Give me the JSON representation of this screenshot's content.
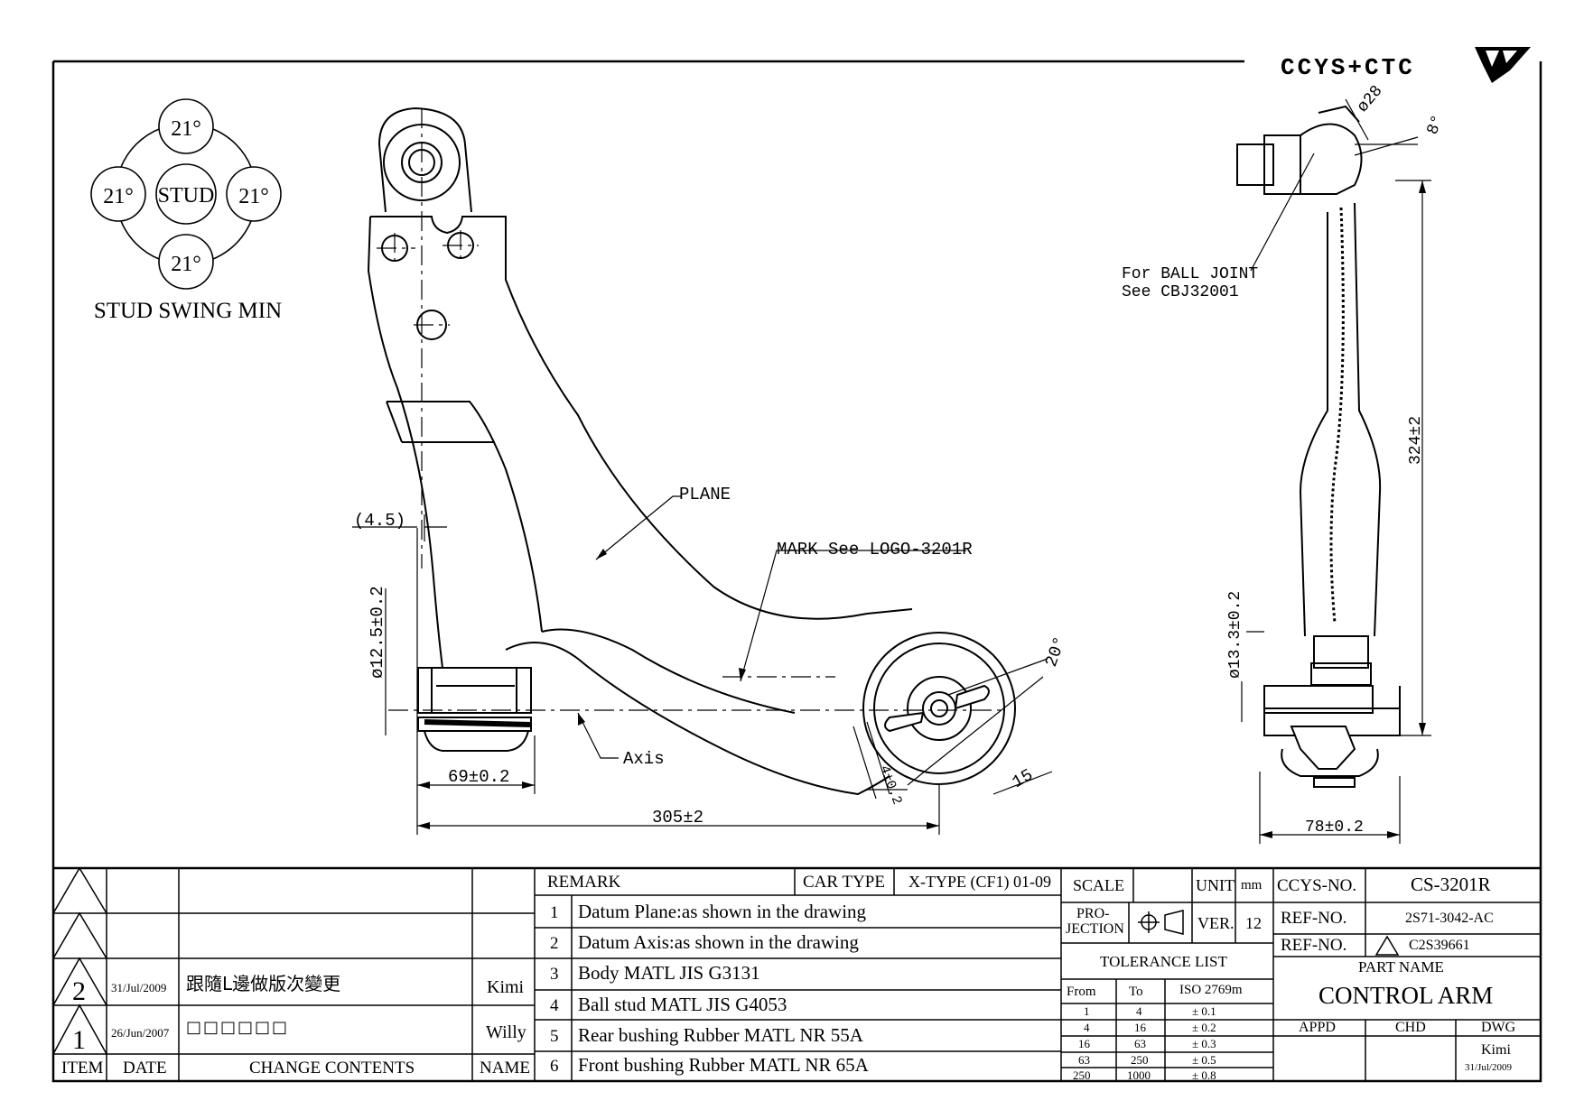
{
  "logo": {
    "text": "CCYS+CTC"
  },
  "stud_swing": {
    "center": "STUD",
    "angles": [
      "21°",
      "21°",
      "21°",
      "21°"
    ],
    "caption": "STUD SWING MIN"
  },
  "annotations": {
    "plane": "PLANE",
    "mark": "MARK See LOGO-3201R",
    "axis": "Axis",
    "ball_joint_line1": "For BALL JOINT",
    "ball_joint_line2": "See CBJ32001"
  },
  "dimensions": {
    "d45": "(4.5)",
    "d125": "ø12.5±0.2",
    "d69": "69±0.2",
    "d305": "305±2",
    "d20deg": "20°",
    "d15": "15",
    "d4": "4±0.2",
    "d28": "ø28",
    "d8deg": "8°",
    "d324": "324±2",
    "d133": "ø13.3±0.2",
    "d78": "78±0.2"
  },
  "revisions": {
    "rows": [
      {
        "item": "2",
        "date": "31/Jul/2009",
        "content": "跟隨L邊做版次變更",
        "name": "Kimi"
      },
      {
        "item": "1",
        "date": "26/Jun/2007",
        "content": "□□□□□□",
        "name": "Willy"
      }
    ],
    "headers": {
      "item": "ITEM",
      "date": "DATE",
      "content": "CHANGE CONTENTS",
      "name": "NAME"
    }
  },
  "remarks": {
    "header": "REMARK",
    "car_type_label": "CAR TYPE",
    "car_type_value": "X-TYPE (CF1) 01-09",
    "items": [
      {
        "no": "1",
        "text": "Datum Plane:as shown in the drawing"
      },
      {
        "no": "2",
        "text": "Datum Axis:as shown in the drawing"
      },
      {
        "no": "3",
        "text": "Body MATL JIS G3131"
      },
      {
        "no": "4",
        "text": "Ball stud MATL JIS G4053"
      },
      {
        "no": "5",
        "text": "Rear bushing Rubber MATL NR 55A"
      },
      {
        "no": "6",
        "text": "Front bushing Rubber MATL NR 65A"
      }
    ]
  },
  "spec": {
    "scale_label": "SCALE",
    "unit_label": "UNIT",
    "unit_value": "mm",
    "projection_label_1": "PRO-",
    "projection_label_2": "JECTION",
    "ver_label": "VER.",
    "ver_value": "12",
    "tolerance_title": "TOLERANCE LIST",
    "tolerance_headers": [
      "From",
      "To",
      "ISO 2769m"
    ],
    "tolerance_rows": [
      [
        "1",
        "4",
        "± 0.1"
      ],
      [
        "4",
        "16",
        "± 0.2"
      ],
      [
        "16",
        "63",
        "± 0.3"
      ],
      [
        "63",
        "250",
        "± 0.5"
      ],
      [
        "250",
        "1000",
        "± 0.8"
      ]
    ]
  },
  "title_block": {
    "ccys_label": "CCYS-NO.",
    "ccys_value": "CS-3201R",
    "ref1_label": "REF-NO.",
    "ref1_value": "2S71-3042-AC",
    "ref2_label": "REF-NO.",
    "ref2_value": "C2S39661",
    "part_name_label": "PART NAME",
    "part_name": "CONTROL ARM",
    "appd": "APPD",
    "chd": "CHD",
    "dwg": "DWG",
    "dwg_name": "Kimi",
    "dwg_date": "31/Jul/2009"
  }
}
